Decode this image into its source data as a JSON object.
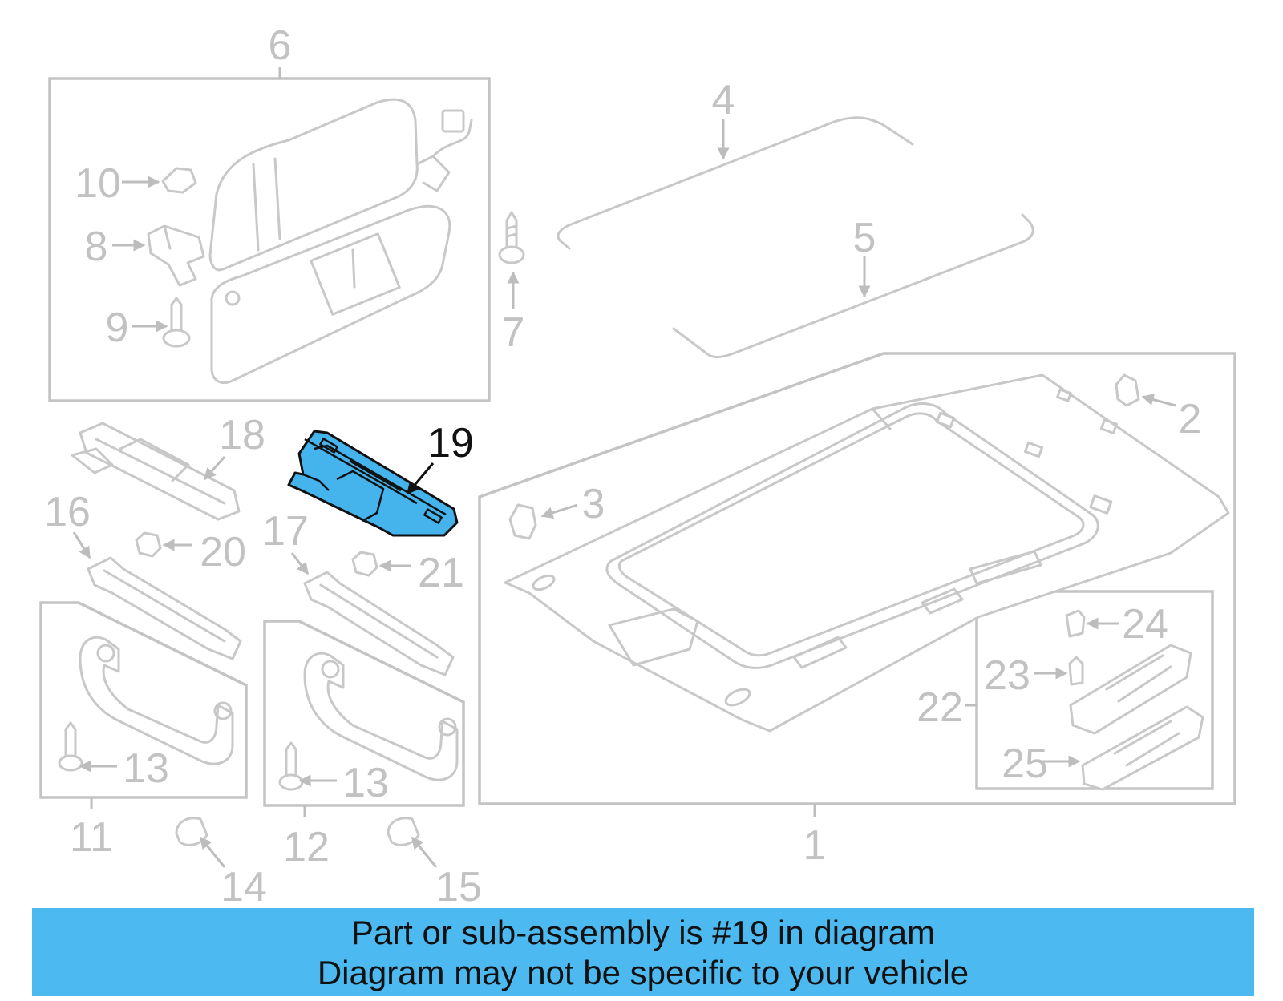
{
  "diagram": {
    "highlighted_part": "19",
    "callouts": [
      {
        "id": "c1",
        "label": "1"
      },
      {
        "id": "c2",
        "label": "2"
      },
      {
        "id": "c3",
        "label": "3"
      },
      {
        "id": "c4",
        "label": "4"
      },
      {
        "id": "c5",
        "label": "5"
      },
      {
        "id": "c6",
        "label": "6"
      },
      {
        "id": "c7",
        "label": "7"
      },
      {
        "id": "c8",
        "label": "8"
      },
      {
        "id": "c9",
        "label": "9"
      },
      {
        "id": "c10",
        "label": "10"
      },
      {
        "id": "c11",
        "label": "11"
      },
      {
        "id": "c12",
        "label": "12"
      },
      {
        "id": "c13a",
        "label": "13"
      },
      {
        "id": "c13b",
        "label": "13"
      },
      {
        "id": "c14",
        "label": "14"
      },
      {
        "id": "c15",
        "label": "15"
      },
      {
        "id": "c16",
        "label": "16"
      },
      {
        "id": "c17",
        "label": "17"
      },
      {
        "id": "c18",
        "label": "18"
      },
      {
        "id": "c19",
        "label": "19"
      },
      {
        "id": "c20",
        "label": "20"
      },
      {
        "id": "c21",
        "label": "21"
      },
      {
        "id": "c22",
        "label": "22"
      },
      {
        "id": "c23",
        "label": "23"
      },
      {
        "id": "c24",
        "label": "24"
      },
      {
        "id": "c25",
        "label": "25"
      }
    ],
    "colors": {
      "highlight": "#45b3ec",
      "banner": "#4cb9f0",
      "line_art": "#c8c8c8",
      "highlight_outline": "#111111"
    }
  },
  "banner": {
    "line1": "Part or sub-assembly is #19 in diagram",
    "line2": "Diagram may not be specific to your vehicle"
  }
}
